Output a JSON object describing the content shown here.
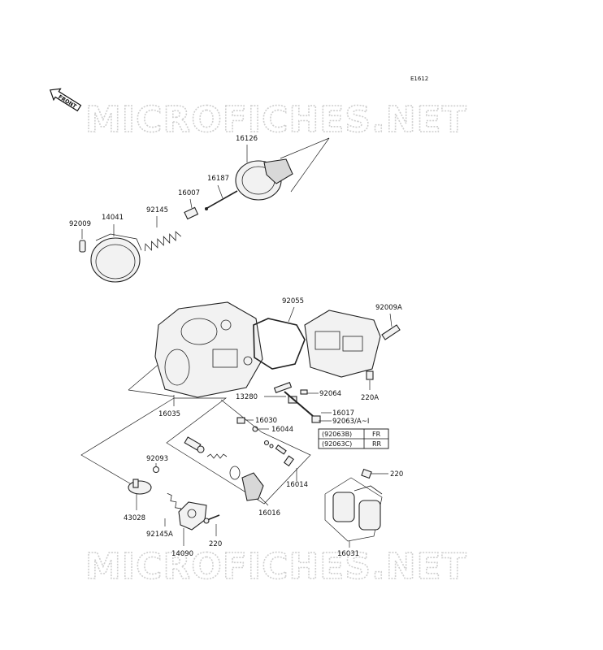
{
  "diagram": {
    "code": "E1612",
    "front_label": "FRONT",
    "watermark_text": "MICROFICHES.NET",
    "parts": {
      "p16126": "16126",
      "p16187": "16187",
      "p16007": "16007",
      "p92145": "92145",
      "p14041": "14041",
      "p92009": "92009",
      "p92055": "92055",
      "p92009A": "92009A",
      "p13280": "13280",
      "p92064": "92064",
      "p220A": "220A",
      "p16017": "16017",
      "p16035": "16035",
      "p16030": "16030",
      "p16044": "16044",
      "p92063": "92063/A~I",
      "p92093": "92093",
      "p14014": "16014",
      "p220a": "220",
      "p43028": "43028",
      "p92145A": "92145A",
      "p16016": "16016",
      "p14090": "14090",
      "p220b": "220",
      "p16031": "16031"
    },
    "variant_table": {
      "rows": [
        {
          "code": "(92063B)",
          "pos": "FR"
        },
        {
          "code": "(92063C)",
          "pos": "RR"
        }
      ]
    }
  }
}
